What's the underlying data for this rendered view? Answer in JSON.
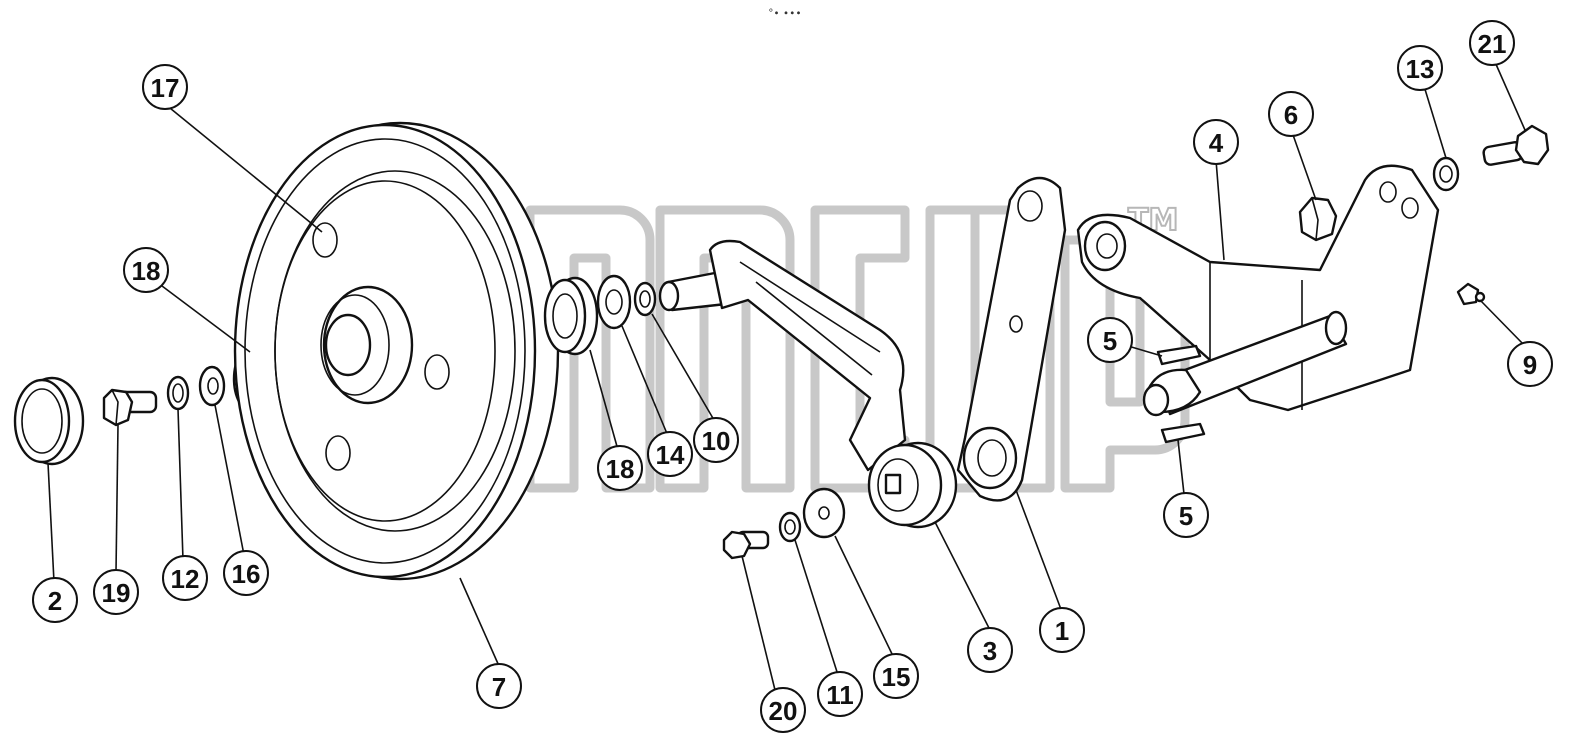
{
  "diagram": {
    "header_mark": "°∙ ∙∙∙",
    "watermark_trademark": "TM",
    "callouts": [
      {
        "id": "c17",
        "label": "17"
      },
      {
        "id": "c18a",
        "label": "18"
      },
      {
        "id": "c2",
        "label": "2"
      },
      {
        "id": "c19",
        "label": "19"
      },
      {
        "id": "c12",
        "label": "12"
      },
      {
        "id": "c16",
        "label": "16"
      },
      {
        "id": "c7",
        "label": "7"
      },
      {
        "id": "c18b",
        "label": "18"
      },
      {
        "id": "c14",
        "label": "14"
      },
      {
        "id": "c10",
        "label": "10"
      },
      {
        "id": "c20",
        "label": "20"
      },
      {
        "id": "c11",
        "label": "11"
      },
      {
        "id": "c15",
        "label": "15"
      },
      {
        "id": "c3",
        "label": "3"
      },
      {
        "id": "c1",
        "label": "1"
      },
      {
        "id": "c4",
        "label": "4"
      },
      {
        "id": "c6",
        "label": "6"
      },
      {
        "id": "c13",
        "label": "13"
      },
      {
        "id": "c21",
        "label": "21"
      },
      {
        "id": "c9",
        "label": "9"
      },
      {
        "id": "c5a",
        "label": "5"
      },
      {
        "id": "c5b",
        "label": "5"
      }
    ]
  }
}
